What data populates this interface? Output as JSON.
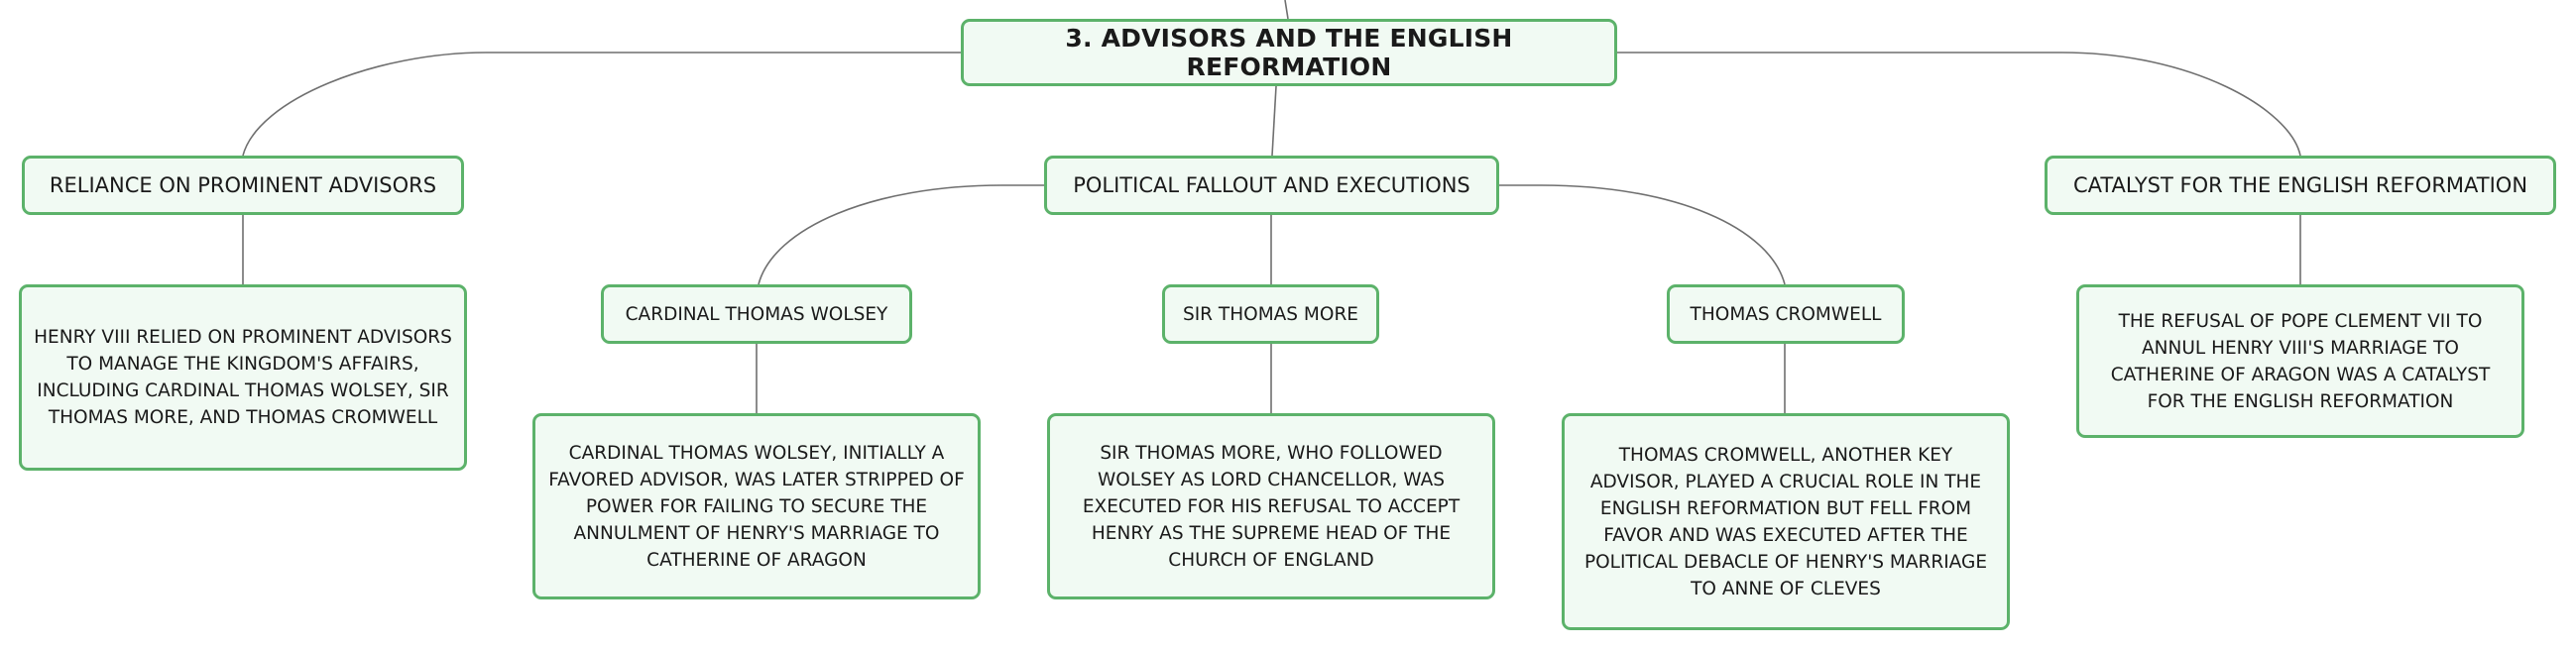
{
  "mindmap": {
    "root": "3. ADVISORS AND THE ENGLISH REFORMATION",
    "branches": [
      {
        "title": "RELIANCE ON PROMINENT ADVISORS",
        "detail": "HENRY VIII RELIED ON PROMINENT ADVISORS TO MANAGE THE KINGDOM'S AFFAIRS, INCLUDING CARDINAL THOMAS WOLSEY, SIR THOMAS MORE, AND THOMAS CROMWELL"
      },
      {
        "title": "POLITICAL FALLOUT AND EXECUTIONS",
        "children": [
          {
            "title": "CARDINAL THOMAS WOLSEY",
            "detail": "CARDINAL THOMAS WOLSEY, INITIALLY A FAVORED ADVISOR, WAS LATER STRIPPED OF POWER FOR FAILING TO SECURE THE ANNULMENT OF HENRY'S MARRIAGE TO CATHERINE OF ARAGON"
          },
          {
            "title": "SIR THOMAS MORE",
            "detail": "SIR THOMAS MORE, WHO FOLLOWED WOLSEY AS LORD CHANCELLOR, WAS EXECUTED FOR HIS REFUSAL TO ACCEPT HENRY AS THE SUPREME HEAD OF THE CHURCH OF ENGLAND"
          },
          {
            "title": "THOMAS CROMWELL",
            "detail": "THOMAS CROMWELL, ANOTHER KEY ADVISOR, PLAYED A CRUCIAL ROLE IN THE ENGLISH REFORMATION BUT FELL FROM FAVOR AND WAS EXECUTED AFTER THE POLITICAL DEBACLE OF HENRY'S MARRIAGE TO ANNE OF CLEVES"
          }
        ]
      },
      {
        "title": "CATALYST FOR THE ENGLISH REFORMATION",
        "detail": "THE REFUSAL OF POPE CLEMENT VII TO ANNUL HENRY VIII'S MARRIAGE TO CATHERINE OF ARAGON WAS A CATALYST FOR THE ENGLISH REFORMATION"
      }
    ]
  }
}
